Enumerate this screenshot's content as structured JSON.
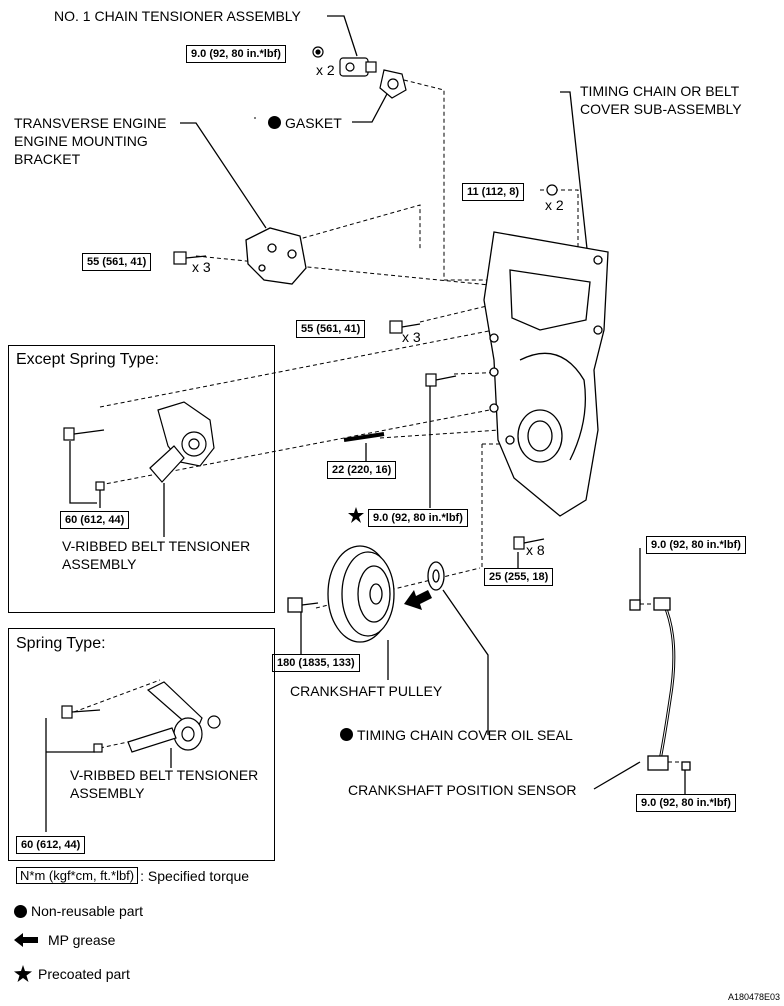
{
  "labels": {
    "chain_tensioner": "NO. 1 CHAIN TENSIONER ASSEMBLY",
    "gasket": "GASKET",
    "timing_cover": "TIMING CHAIN OR BELT\nCOVER SUB-ASSEMBLY",
    "mount_bracket": "TRANSVERSE ENGINE\nENGINE MOUNTING\nBRACKET",
    "belt_tensioner_a": "V-RIBBED BELT TENSIONER\nASSEMBLY",
    "belt_tensioner_b": "V-RIBBED BELT TENSIONER\nASSEMBLY",
    "crank_pulley": "CRANKSHAFT PULLEY",
    "oil_seal": "TIMING CHAIN COVER OIL SEAL",
    "crank_sensor": "CRANKSHAFT POSITION SENSOR"
  },
  "boxes": {
    "except_spring": "Except Spring Type:",
    "spring": "Spring Type:"
  },
  "torques": {
    "t1": "9.0 (92, 80 in.*lbf)",
    "t2": "11 (112, 8)",
    "t3": "55 (561, 41)",
    "t4": "55 (561, 41)",
    "t5": "22 (220, 16)",
    "t6": "9.0 (92, 80 in.*lbf)",
    "t7": "60 (612, 44)",
    "t8": "25 (255, 18)",
    "t9": "9.0 (92, 80 in.*lbf)",
    "t10": "180 (1835, 133)",
    "t11": "60 (612, 44)",
    "t12": "9.0 (92, 80 in.*lbf)"
  },
  "quantities": {
    "q1": "x 2",
    "q2": "x 2",
    "q3": "x 3",
    "q4": "x 3",
    "q5": "x 8"
  },
  "legend": {
    "torque_key": "N*m (kgf*cm, ft.*lbf)",
    "torque_desc": ": Specified torque",
    "non_reusable": "Non-reusable part",
    "mp_grease": "MP grease",
    "precoated": "Precoated part"
  },
  "figure_code": "A180478E03"
}
